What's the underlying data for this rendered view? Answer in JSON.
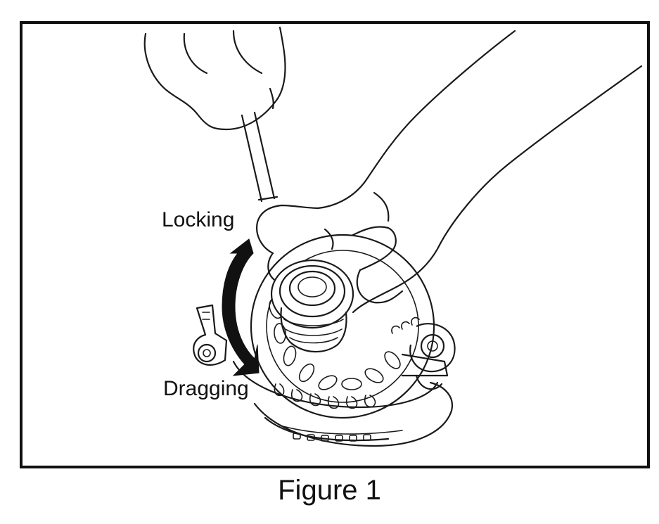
{
  "figure": {
    "caption": "Figure 1",
    "labels": {
      "locking": "Locking",
      "dragging": "Dragging"
    },
    "colors": {
      "ink": "#111111",
      "paper": "#ffffff"
    },
    "icons": {
      "rotation_arrow": "double-headed-curved-arrow-icon"
    }
  }
}
